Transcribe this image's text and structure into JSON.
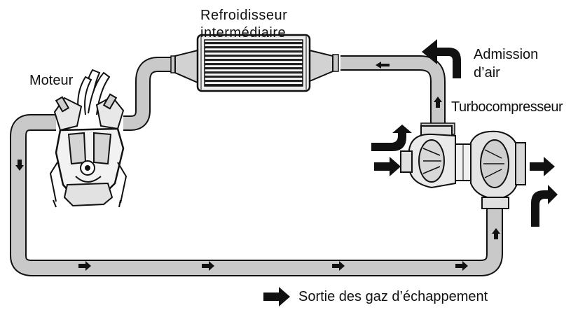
{
  "labels": {
    "intercooler_line1": "Refroidisseur",
    "intercooler_line2": "intermédiaire",
    "engine": "Moteur",
    "air_intake_line1": "Admission",
    "air_intake_line2": "d’air",
    "turbocharger": "Turbocompresseur",
    "legend_exhaust": "Sortie des gaz d’échappement"
  },
  "colors": {
    "pipe_fill": "#c9c9c9",
    "outline": "#111111",
    "arrow": "#111111",
    "background": "#ffffff"
  },
  "icons": {
    "engine": "engine-cutaway-icon",
    "intercooler": "intercooler-icon",
    "turbocharger": "turbocharger-icon",
    "legend": "black-arrow-icon"
  }
}
